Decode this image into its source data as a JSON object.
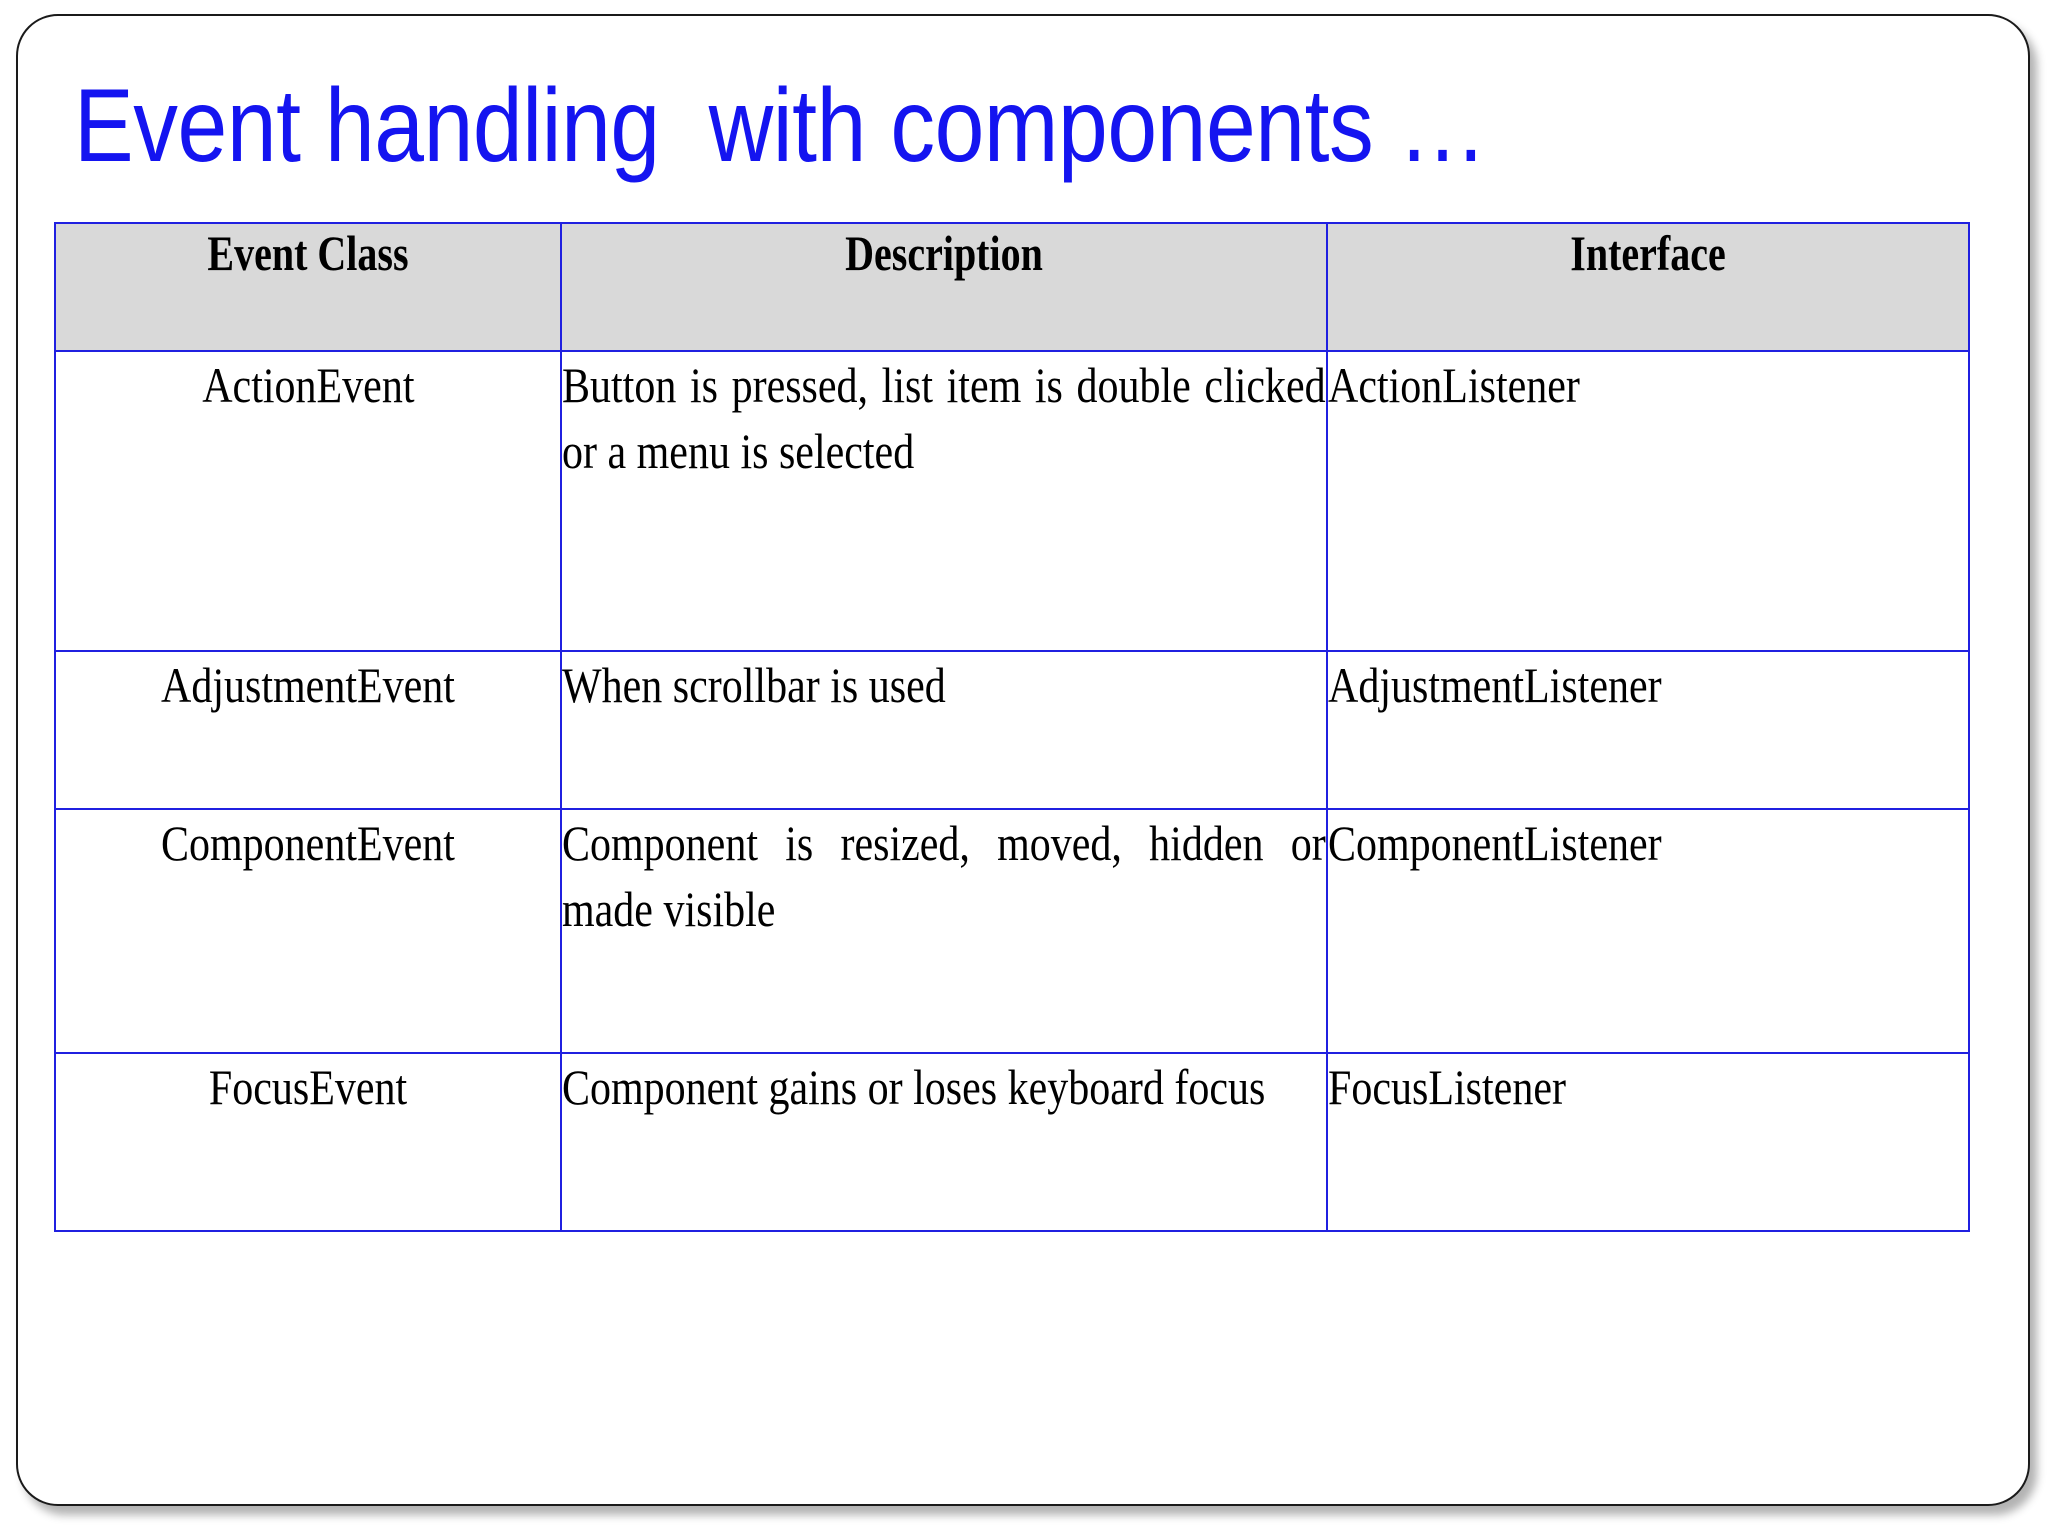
{
  "slide": {
    "title": "Event handling  with components …",
    "title_color": "#1414f0",
    "frame_border_color": "#1a1a1a",
    "background": "#ffffff"
  },
  "table": {
    "header_background": "#d9d9d9",
    "border_color": "#2020e0",
    "columns": [
      {
        "key": "event_class",
        "label": "Event Class"
      },
      {
        "key": "description",
        "label": "Description"
      },
      {
        "key": "interface",
        "label": "Interface"
      }
    ],
    "rows": [
      {
        "event_class": "ActionEvent",
        "description": "Button is pressed, list item is double clicked or a menu is selected",
        "interface": "ActionListener"
      },
      {
        "event_class": "AdjustmentEvent",
        "description": "When scrollbar is used",
        "interface": "AdjustmentListener"
      },
      {
        "event_class": "ComponentEvent",
        "description": "Component is resized, moved, hidden or made visible",
        "interface": "ComponentListener"
      },
      {
        "event_class": "FocusEvent",
        "description": "Component gains or loses keyboard focus",
        "interface": "FocusListener"
      }
    ]
  }
}
